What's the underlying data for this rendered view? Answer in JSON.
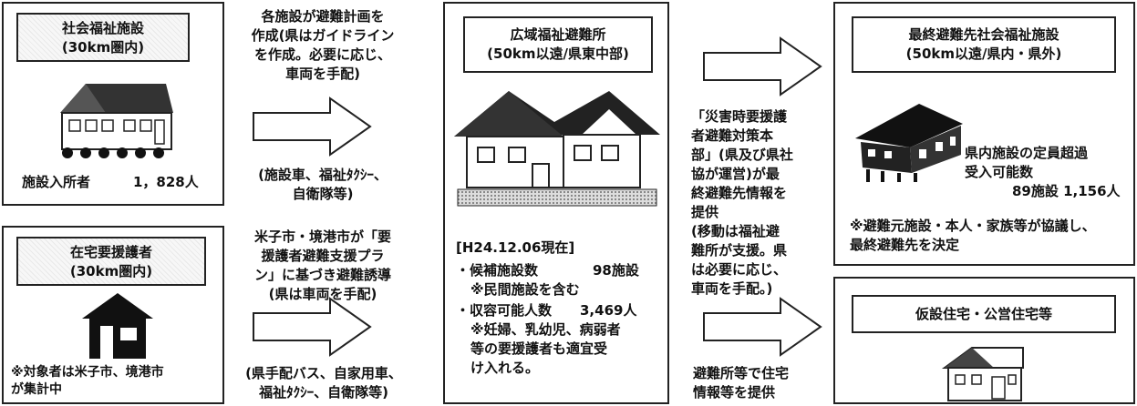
{
  "facility_panel": {
    "title_line1": "社会福祉施設",
    "title_line2": "(30km圏内)",
    "residents_label": "施設入所者",
    "residents_count": "1，828人"
  },
  "home_panel": {
    "title_line1": "在宅要援護者",
    "title_line2": "(30km圏内)",
    "note": "※対象者は米子市、境港市\nが集計中"
  },
  "arrow_top": {
    "text": "各施設が避難計画を\n作成(県はガイドライン\nを作成。必要に応じ、\n車両を手配)",
    "vehicles": "(施設車、福祉ﾀｸｼｰ、\n自衛隊等)"
  },
  "arrow_bottom": {
    "text": "米子市・境港市が「要\n援護者避難支援プラ\nン」に基づき避難誘導\n(県は車両を手配)",
    "vehicles": "(県手配バス、自家用車、\n福祉ﾀｸｼｰ、自衛隊等)"
  },
  "shelter_panel": {
    "title_line1": "広域福祉避難所",
    "title_line2": "(50km以遠/県東中部)",
    "date": "[H24.12.06現在]",
    "candidates_label": "・候補施設数",
    "candidates_value": "98施設",
    "candidates_note": "※民間施設を含む",
    "capacity_label": "・収容可能人数",
    "capacity_value": "3,469人",
    "capacity_note": "※妊婦、乳幼児、病弱者\n等の要援護者も適宜受\nけ入れる。"
  },
  "middle_column": {
    "text": "「災害時要援護\n者避難対策本\n部」(県及び県社\n協が運営)が最\n終避難先情報を\n提供\n(移動は福祉避\n難所が支援。県\nは必要に応じ、\n車両を手配。)",
    "bottom_text": "避難所等で住宅\n情報等を提供"
  },
  "final_panel": {
    "title_line1": "最終避難先社会福祉施設",
    "title_line2": "(50km以遠/県内・県外)",
    "over_capacity": "県内施設の定員超過\n受入可能数",
    "over_capacity_value": "89施設 1,156人",
    "note": "※避難元施設・本人・家族等が協議し、\n最終避難先を決定"
  },
  "housing_panel": {
    "title": "仮設住宅・公営住宅等"
  }
}
